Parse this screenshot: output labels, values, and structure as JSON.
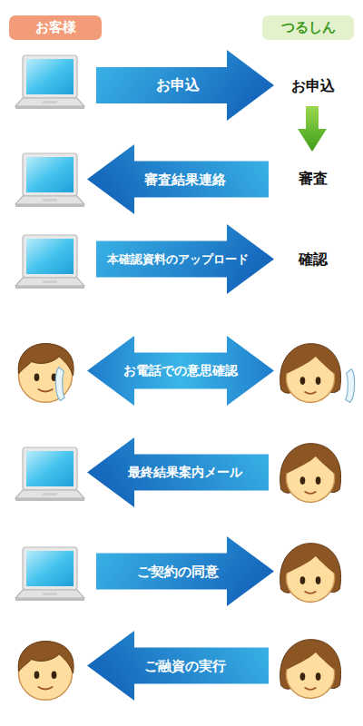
{
  "diagram": {
    "nodes": [
      {
        "text": [
          "お客様"
        ]
      },
      {
        "text": [
          "つるしん"
        ]
      },
      {
        "text": [
          "お申込"
        ]
      },
      {
        "text": [
          "審査結果連絡"
        ]
      },
      {
        "text": [
          "本確認資料のアップロード"
        ]
      },
      {
        "text": [
          "お電話での意思確認"
        ]
      },
      {
        "text": [
          "最終結果案内メール"
        ]
      },
      {
        "text": [
          "ご契約の同意"
        ]
      },
      {
        "text": [
          "ご融資の実行"
        ]
      }
    ],
    "labels": [
      "お申込",
      "審査",
      "確認"
    ]
  }
}
